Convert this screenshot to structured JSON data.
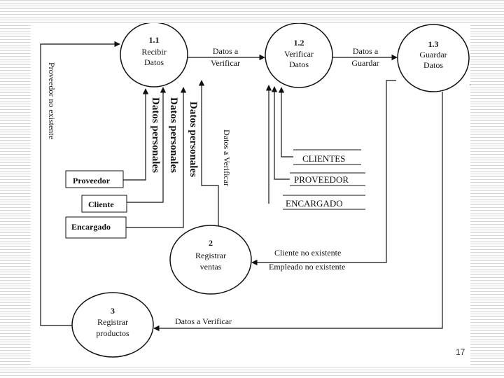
{
  "processes": {
    "p11": {
      "number": "1.1",
      "line1": "Recibir",
      "line2": "Datos"
    },
    "p12": {
      "number": "1.2",
      "line1": "Verificar",
      "line2": "Datos"
    },
    "p13": {
      "number": "1.3",
      "line1": "Guardar",
      "line2": "Datos"
    },
    "p2": {
      "number": "2",
      "line1": "Registrar",
      "line2": "ventas"
    },
    "p3": {
      "number": "3",
      "line1": "Registrar",
      "line2": "productos"
    }
  },
  "entities": {
    "proveedor": "Proveedor",
    "cliente": "Cliente",
    "encargado": "Encargado"
  },
  "stores": {
    "clientes": "CLIENTES",
    "proveedor": "PROVEEDOR",
    "encargado": "ENCARGADO"
  },
  "flows": {
    "datos_a_verificar_11_12": {
      "line1": "Datos a",
      "line2": "Verificar"
    },
    "datos_a_guardar": {
      "line1": "Datos a",
      "line2": "Guardar"
    },
    "proveedor_no_existente": "Proveedor no existente",
    "datos_personales_1": "Datos personales",
    "datos_personales_2": "Datos personales",
    "datos_personales_3": "Datos personales",
    "datos_a_verificar_vertical": "Datos a Verificar",
    "cliente_no_existente": "Cliente no existente",
    "empleado_no_existente": "Empleado no existente",
    "datos_a_verificar_bottom": "Datos a Verificar"
  },
  "slide_number": "17"
}
